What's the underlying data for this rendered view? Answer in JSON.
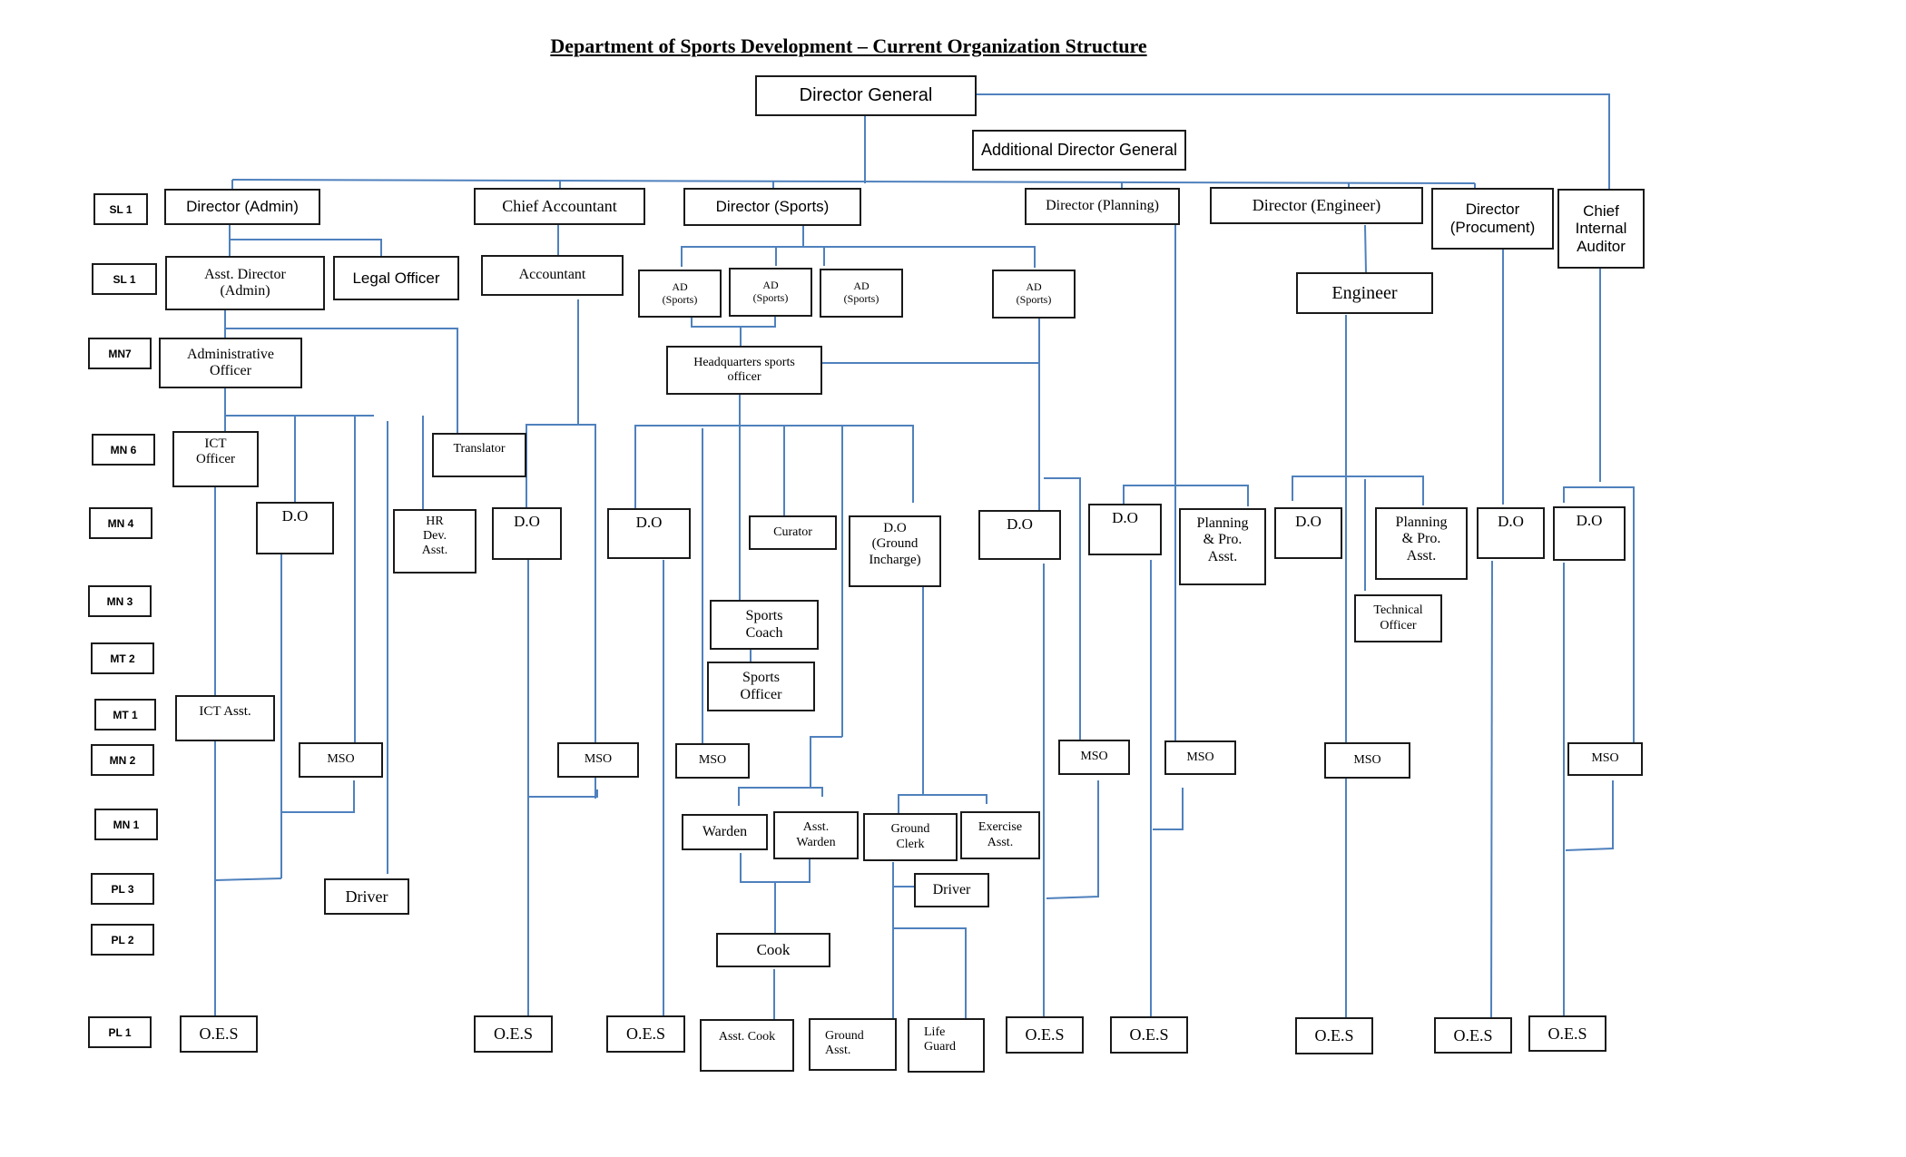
{
  "title": "Department of Sports Development – Current Organization Structure",
  "colors": {
    "connector": "#4f81bd",
    "border": "#1a1a1a"
  },
  "grades": [
    "SL 1",
    "SL 1",
    "MN7",
    "MN 6",
    "MN 4",
    "MN 3",
    "MT 2",
    "MT 1",
    "MN 2",
    "MN 1",
    "PL 3",
    "PL 2",
    "PL 1"
  ],
  "nodes": {
    "director_general": "Director General",
    "additional_director_general": "Additional Director General",
    "director_admin": "Director (Admin)",
    "chief_accountant": "Chief Accountant",
    "director_sports": "Director (Sports)",
    "director_planning": "Director (Planning)",
    "director_engineer": "Director (Engineer)",
    "director_procurement": "Director (Procument)",
    "chief_internal_auditor": "Chief Internal Auditor",
    "asst_director_admin": "Asst. Director (Admin)",
    "legal_officer": "Legal Officer",
    "accountant": "Accountant",
    "ad_sports": "AD (Sports)",
    "engineer": "Engineer",
    "administrative_officer": "Administrative Officer",
    "hq_sports_officer": "Headquarters sports officer",
    "ict_officer": "ICT Officer",
    "translator": "Translator",
    "do": "D.O",
    "hr_dev_asst": "HR Dev. Asst.",
    "curator": "Curator",
    "do_ground_incharge": "D.O (Ground Incharge)",
    "planning_pro_asst": "Planning & Pro. Asst.",
    "technical_officer": "Technical Officer",
    "sports_coach": "Sports Coach",
    "sports_officer": "Sports Officer",
    "ict_asst": "ICT Asst.",
    "mso": "MSO",
    "warden": "Warden",
    "asst_warden": "Asst. Warden",
    "ground_clerk": "Ground Clerk",
    "exercise_asst": "Exercise Asst.",
    "driver": "Driver",
    "cook": "Cook",
    "oes": "O.E.S",
    "asst_cook": "Asst.  Cook",
    "ground_asst": "Ground Asst.",
    "life_guard": "Life Guard"
  }
}
